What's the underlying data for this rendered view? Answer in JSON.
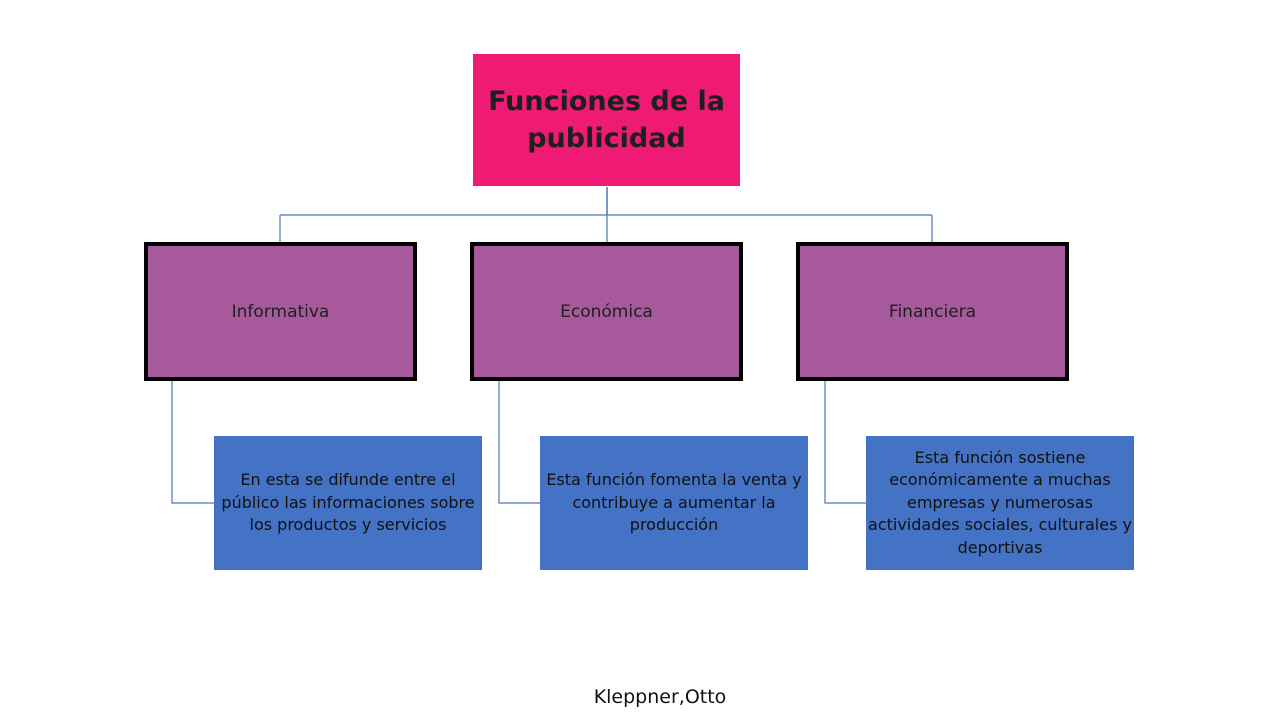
{
  "root": {
    "label": "Funciones de la publicidad"
  },
  "functions": [
    {
      "label": "Informativa",
      "description": "En esta se difunde entre el público las informaciones sobre los productos y servicios"
    },
    {
      "label": "Económica",
      "description": "Esta función fomenta la venta y contribuye a aumentar la producción"
    },
    {
      "label": "Financiera",
      "description": "Esta función sostiene económicamente a muchas empresas y numerosas actividades sociales, culturales y deportivas"
    }
  ],
  "footer": {
    "author": "Kleppner,Otto"
  },
  "colors": {
    "root_fill": "#ee1a73",
    "function_fill": "#a65a9c",
    "description_fill": "#4472c4",
    "connector": "#4f74b7"
  }
}
